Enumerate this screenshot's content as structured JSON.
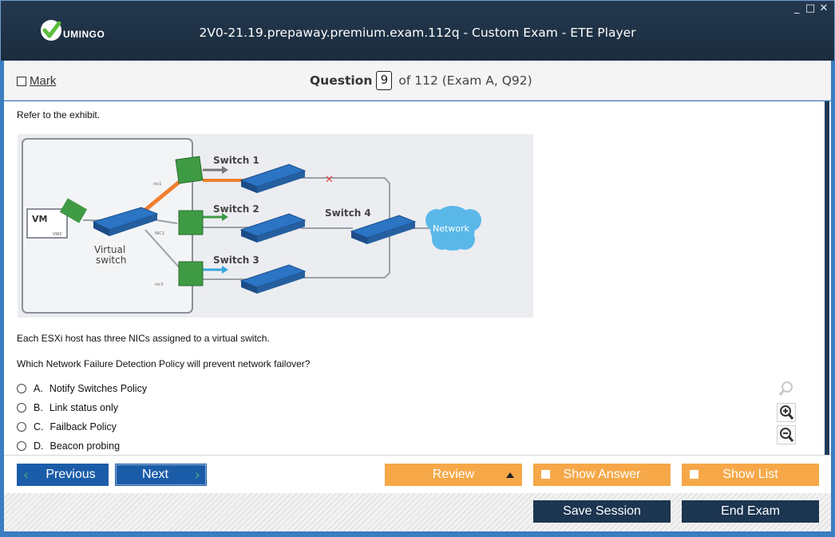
{
  "window": {
    "logo_text": "UMINGO",
    "title": "2V0-21.19.prepaway.premium.exam.112q - Custom Exam - ETE Player",
    "controls": {
      "minimize": "_",
      "maximize": "□",
      "close": "✕"
    }
  },
  "header": {
    "mark_label": "Mark",
    "question_word": "Question",
    "question_number": "9",
    "question_of": "of 112 (Exam A, Q92)"
  },
  "content": {
    "refer": "Refer to the exhibit.",
    "exhibit": {
      "vm_label": "VM",
      "vnic_label": "VNIC",
      "virtual_switch_label_1": "Virtual",
      "virtual_switch_label_2": "switch",
      "nic1": "nic1",
      "nic2": "NIC2",
      "nic3": "nic3",
      "switch1": "Switch 1",
      "switch2": "Switch 2",
      "switch3": "Switch 3",
      "switch4": "Switch 4",
      "network": "Network",
      "failure_mark": "✕"
    },
    "text1": "Each ESXi host has three NICs assigned to a virtual switch.",
    "text2": "Which Network Failure Detection Policy will prevent network failover?",
    "options": [
      {
        "letter": "A.",
        "text": "Notify Switches Policy"
      },
      {
        "letter": "B.",
        "text": "Link status only"
      },
      {
        "letter": "C.",
        "text": "Failback Policy"
      },
      {
        "letter": "D.",
        "text": "Beacon probing"
      }
    ]
  },
  "nav": {
    "previous": "Previous",
    "next": "Next",
    "review": "Review",
    "show_answer": "Show Answer",
    "show_list": "Show List"
  },
  "footer": {
    "save_session": "Save Session",
    "end_exam": "End Exam"
  },
  "colors": {
    "titlebar": "#1b2c3e",
    "accent_blue": "#1b5ca8",
    "orange": "#f6a848",
    "dark_button": "#1c3550",
    "link_orange": "#f07f2e",
    "link_green": "#3f9a44",
    "link_blue": "#3aa6dc"
  }
}
